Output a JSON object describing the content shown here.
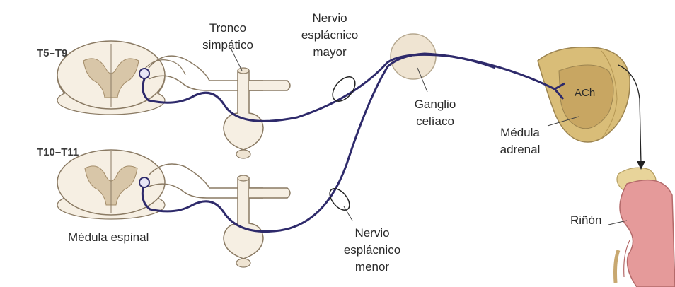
{
  "labels": {
    "segment_upper": "T5–T9",
    "segment_lower": "T10–T11",
    "sympathetic_trunk": "Tronco\nsimpático",
    "greater_splanchnic": "Nervio\nesplácnico\nmayor",
    "lesser_splanchnic": "Nervio\nesplácnico\nmenor",
    "celiac_ganglion": "Ganglio\ncelíaco",
    "adrenal_medulla": "Médula\nadrenal",
    "neurotransmitter": "ACh",
    "kidney": "Riñón",
    "spinal_cord": "Médula espinal"
  },
  "colors": {
    "nerve_fiber": "#2e2a6b",
    "spinal_cord_gray": "#d8c6a8",
    "spinal_cord_white": "#f6efe3",
    "ganglion": "#efe4d2",
    "adrenal": "#d9bd78",
    "kidney": "#e59a9a"
  }
}
